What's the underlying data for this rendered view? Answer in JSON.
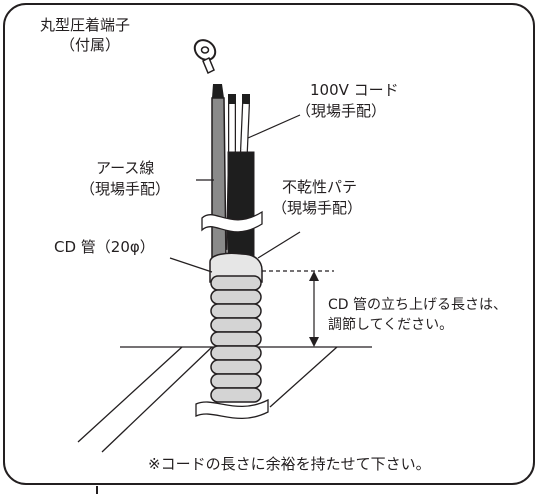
{
  "labels": {
    "crimp_terminal_line1": "丸型圧着端子",
    "crimp_terminal_line2": "（付属）",
    "cord_100v_line1": "100V コード",
    "cord_100v_line2": "（現場手配）",
    "ground_wire_line1": "アース線",
    "ground_wire_line2": "（現場手配）",
    "putty_line1": "不乾性パテ",
    "putty_line2": "（現場手配）",
    "cd_pipe": "CD 管（20φ）",
    "rise_note_line1": "CD 管の立ち上げる長さは、",
    "rise_note_line2": "調節してください。",
    "footer_note": "※コードの長さに余裕を持たせて下さい。"
  },
  "colors": {
    "line": "#231f20",
    "ground_wire": "#8a8a8a",
    "cable_black": "#1e1e1e",
    "putty": "#e6e6e6",
    "pipe": "#d4d4d4"
  }
}
